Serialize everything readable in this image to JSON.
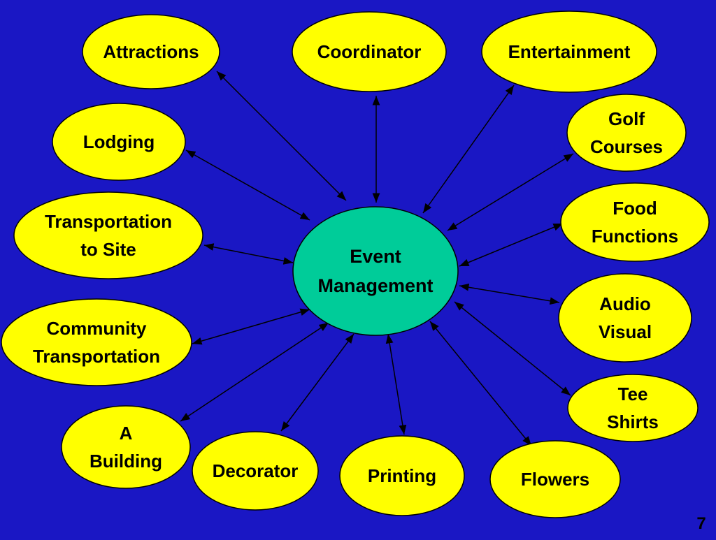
{
  "colors": {
    "background": "#1a17c4",
    "node_fill": "#ffff00",
    "center_fill": "#00cc99",
    "outline": "#000000",
    "connector": "#000000"
  },
  "diagram": {
    "center": {
      "lines": [
        "Event",
        "Management"
      ]
    },
    "nodes": [
      {
        "id": "attractions",
        "lines": [
          "Attractions"
        ]
      },
      {
        "id": "coordinator",
        "lines": [
          "Coordinator"
        ]
      },
      {
        "id": "entertainment",
        "lines": [
          "Entertainment"
        ]
      },
      {
        "id": "golf-courses",
        "lines": [
          "Golf",
          "Courses"
        ]
      },
      {
        "id": "food-functions",
        "lines": [
          "Food",
          "Functions"
        ]
      },
      {
        "id": "audio-visual",
        "lines": [
          "Audio",
          "Visual"
        ]
      },
      {
        "id": "tee-shirts",
        "lines": [
          "Tee",
          "Shirts"
        ]
      },
      {
        "id": "flowers",
        "lines": [
          "Flowers"
        ]
      },
      {
        "id": "printing",
        "lines": [
          "Printing"
        ]
      },
      {
        "id": "decorator",
        "lines": [
          "Decorator"
        ]
      },
      {
        "id": "a-building",
        "lines": [
          "A",
          "Building"
        ]
      },
      {
        "id": "community-transportation",
        "lines": [
          "Community",
          "Transportation"
        ]
      },
      {
        "id": "transportation-to-site",
        "lines": [
          "Transportation",
          "to Site"
        ]
      },
      {
        "id": "lodging",
        "lines": [
          "Lodging"
        ]
      }
    ]
  },
  "page_number": "7"
}
